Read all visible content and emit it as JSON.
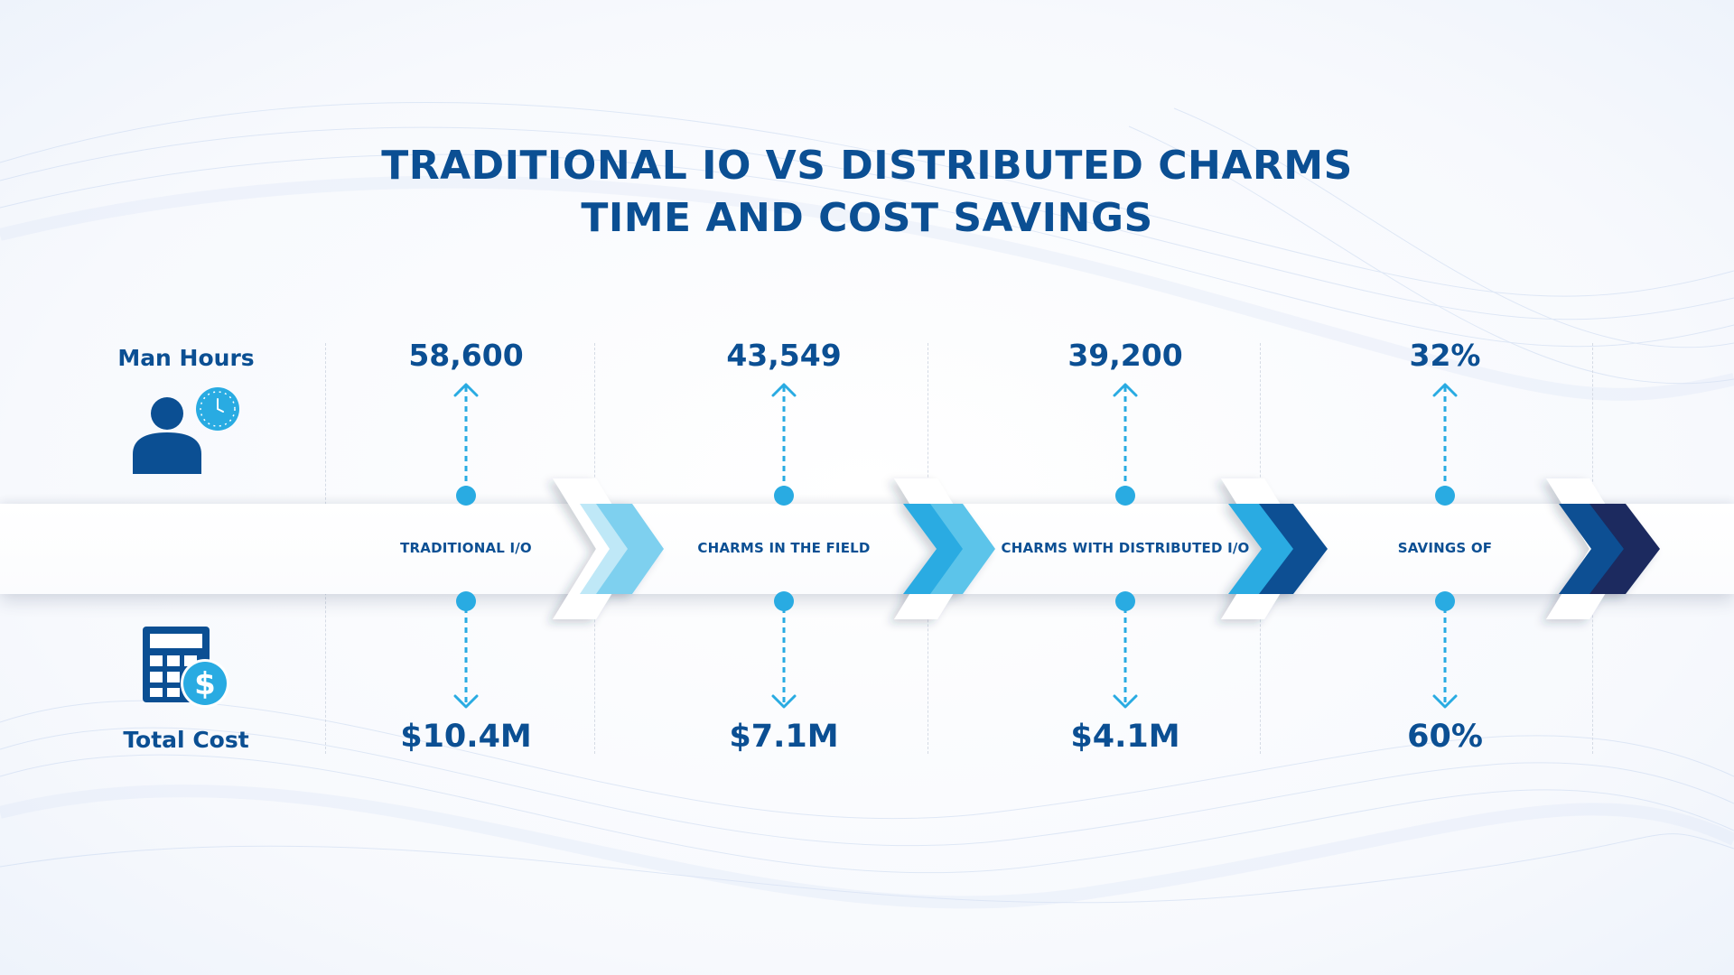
{
  "title": {
    "line1": "TRADITIONAL IO VS DISTRIBUTED CHARMS",
    "line2": "TIME AND COST SAVINGS"
  },
  "rows": {
    "top_label": "Man Hours",
    "bottom_label": "Total Cost",
    "top_icon": "person-clock-icon",
    "bottom_icon": "calculator-dollar-icon"
  },
  "steps": [
    {
      "label": "TRADITIONAL I/O",
      "man_hours": "58,600",
      "total_cost": "$10.4M"
    },
    {
      "label": "CHARMS IN THE FIELD",
      "man_hours": "43,549",
      "total_cost": "$7.1M"
    },
    {
      "label": "CHARMS WITH DISTRIBUTED I/O",
      "man_hours": "39,200",
      "total_cost": "$4.1M"
    },
    {
      "label": "SAVINGS OF",
      "man_hours": "32%",
      "total_cost": "60%"
    }
  ],
  "colors": {
    "primary": "#0b4f93",
    "accent": "#29abe2",
    "dark": "#1a2a5e",
    "light": "#9fdaf2"
  }
}
